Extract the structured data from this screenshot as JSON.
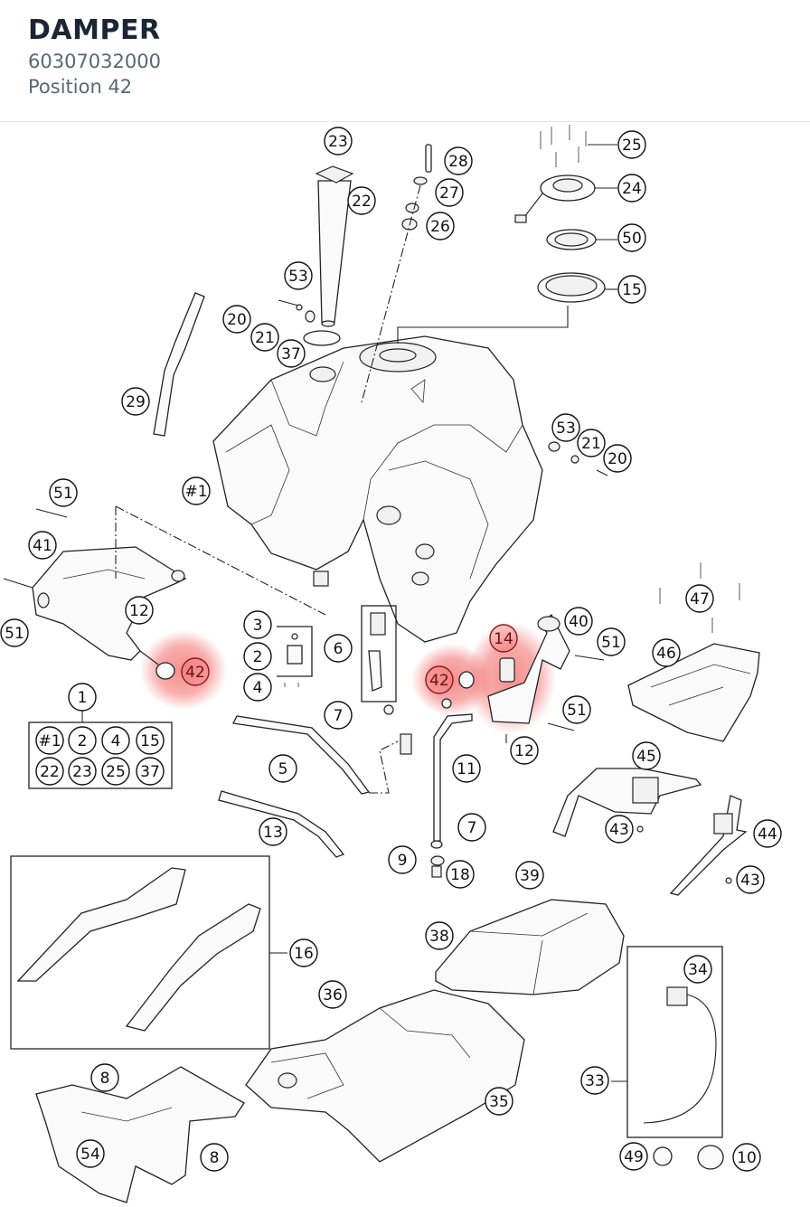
{
  "header": {
    "title": "DAMPER",
    "part_number": "60307032000",
    "position": "Position 42"
  },
  "colors": {
    "highlight": "#f26a6a",
    "title": "#1b2535",
    "subtitle": "#5b6574",
    "line": "#222222"
  },
  "callouts": [
    {
      "label": "23",
      "highlight": false
    },
    {
      "label": "22",
      "highlight": false
    },
    {
      "label": "28",
      "highlight": false
    },
    {
      "label": "27",
      "highlight": false
    },
    {
      "label": "26",
      "highlight": false
    },
    {
      "label": "25",
      "highlight": false
    },
    {
      "label": "24",
      "highlight": false
    },
    {
      "label": "50",
      "highlight": false
    },
    {
      "label": "15",
      "highlight": false
    },
    {
      "label": "53",
      "highlight": false
    },
    {
      "label": "20",
      "highlight": false
    },
    {
      "label": "21",
      "highlight": false
    },
    {
      "label": "37",
      "highlight": false
    },
    {
      "label": "29",
      "highlight": false
    },
    {
      "label": "53",
      "highlight": false
    },
    {
      "label": "21",
      "highlight": false
    },
    {
      "label": "20",
      "highlight": false
    },
    {
      "label": "#1",
      "highlight": false
    },
    {
      "label": "51",
      "highlight": false
    },
    {
      "label": "41",
      "highlight": false
    },
    {
      "label": "51",
      "highlight": false
    },
    {
      "label": "12",
      "highlight": false
    },
    {
      "label": "42",
      "highlight": true
    },
    {
      "label": "3",
      "highlight": false
    },
    {
      "label": "2",
      "highlight": false
    },
    {
      "label": "4",
      "highlight": false
    },
    {
      "label": "6",
      "highlight": false
    },
    {
      "label": "7",
      "highlight": false
    },
    {
      "label": "14",
      "highlight": true
    },
    {
      "label": "42",
      "highlight": true
    },
    {
      "label": "40",
      "highlight": false
    },
    {
      "label": "51",
      "highlight": false
    },
    {
      "label": "51",
      "highlight": false
    },
    {
      "label": "12",
      "highlight": false
    },
    {
      "label": "47",
      "highlight": false
    },
    {
      "label": "46",
      "highlight": false
    },
    {
      "label": "1",
      "highlight": false
    },
    {
      "label": "#1",
      "highlight": false
    },
    {
      "label": "2",
      "highlight": false
    },
    {
      "label": "4",
      "highlight": false
    },
    {
      "label": "15",
      "highlight": false
    },
    {
      "label": "22",
      "highlight": false
    },
    {
      "label": "23",
      "highlight": false
    },
    {
      "label": "25",
      "highlight": false
    },
    {
      "label": "37",
      "highlight": false
    },
    {
      "label": "5",
      "highlight": false
    },
    {
      "label": "11",
      "highlight": false
    },
    {
      "label": "45",
      "highlight": false
    },
    {
      "label": "43",
      "highlight": false
    },
    {
      "label": "44",
      "highlight": false
    },
    {
      "label": "43",
      "highlight": false
    },
    {
      "label": "13",
      "highlight": false
    },
    {
      "label": "7",
      "highlight": false
    },
    {
      "label": "9",
      "highlight": false
    },
    {
      "label": "18",
      "highlight": false
    },
    {
      "label": "39",
      "highlight": false
    },
    {
      "label": "38",
      "highlight": false
    },
    {
      "label": "16",
      "highlight": false
    },
    {
      "label": "34",
      "highlight": false
    },
    {
      "label": "36",
      "highlight": false
    },
    {
      "label": "33",
      "highlight": false
    },
    {
      "label": "8",
      "highlight": false
    },
    {
      "label": "35",
      "highlight": false
    },
    {
      "label": "54",
      "highlight": false
    },
    {
      "label": "8",
      "highlight": false
    },
    {
      "label": "49",
      "highlight": false
    },
    {
      "label": "10",
      "highlight": false
    }
  ]
}
